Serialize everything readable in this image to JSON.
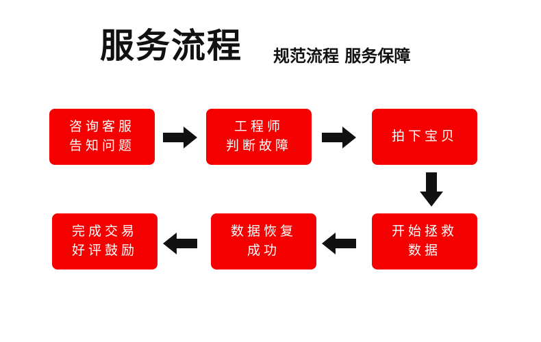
{
  "header": {
    "title": "服务流程",
    "subtitle": "规范流程 服务保障"
  },
  "colors": {
    "step_fill": "#f40000",
    "arrow": "#111111",
    "text": "#ffffff"
  },
  "steps": [
    {
      "lines": [
        "咨询客服",
        "告知问题"
      ]
    },
    {
      "lines": [
        "工程师",
        "判断故障"
      ]
    },
    {
      "lines": [
        "拍下宝贝"
      ]
    },
    {
      "lines": [
        "开始拯救",
        "数据"
      ]
    },
    {
      "lines": [
        "数据恢复",
        "成功"
      ]
    },
    {
      "lines": [
        "完成交易",
        "好评鼓励"
      ]
    }
  ],
  "arrows": [
    {
      "from": 1,
      "to": 2,
      "direction": "right"
    },
    {
      "from": 2,
      "to": 3,
      "direction": "right"
    },
    {
      "from": 3,
      "to": 4,
      "direction": "down"
    },
    {
      "from": 4,
      "to": 5,
      "direction": "left"
    },
    {
      "from": 5,
      "to": 6,
      "direction": "left"
    }
  ]
}
